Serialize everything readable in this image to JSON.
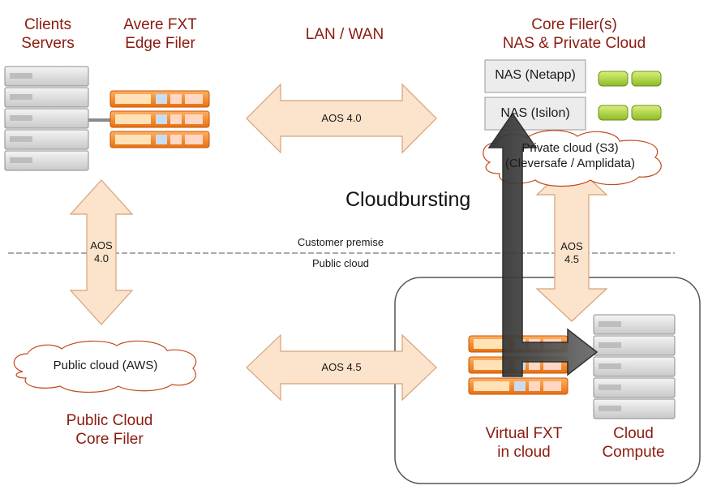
{
  "labels": {
    "clients_l1": "Clients",
    "clients_l2": "Servers",
    "avere_l1": "Avere FXT",
    "avere_l2": "Edge Filer",
    "lanwan": "LAN / WAN",
    "core_l1": "Core Filer(s)",
    "core_l2": "NAS & Private Cloud",
    "nas_netapp": "NAS (Netapp)",
    "nas_isilon": "NAS (Isilon)",
    "private_l1": "Private cloud (S3)",
    "private_l2": "(Cleversafe / Amplidata)",
    "cloudbursting": "Cloudbursting",
    "customer_premise": "Customer premise",
    "public_cloud_line": "Public cloud",
    "public_aws": "Public cloud (AWS)",
    "public_core_l1": "Public Cloud",
    "public_core_l2": "Core Filer",
    "virtual_l1": "Virtual FXT",
    "virtual_l2": "in cloud",
    "compute_l1": "Cloud",
    "compute_l2": "Compute"
  },
  "arrows": {
    "top_h": "AOS 4.0",
    "bottom_h": "AOS 4.5",
    "left_v_l1": "AOS",
    "left_v_l2": "4.0",
    "right_v_l1": "AOS",
    "right_v_l2": "4.5"
  },
  "colors": {
    "label": "#8b1a10",
    "arrow_fill": "#fbe3cc",
    "arrow_stroke": "#d6a27a",
    "filer_orange": "#f07c1c",
    "server_gray": "#d8d8d8",
    "disk_green": "#9acd32",
    "burst_arrow": "#444444"
  }
}
